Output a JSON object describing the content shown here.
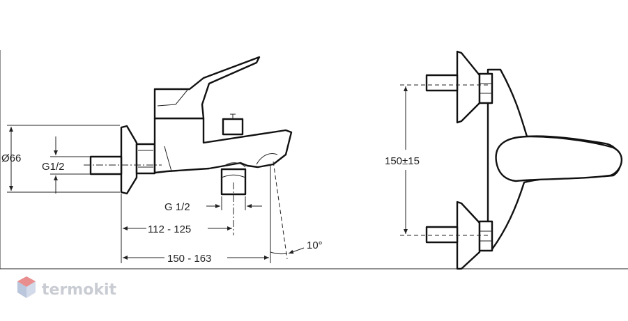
{
  "dimensions": {
    "diameter": "Ø66",
    "inlet_thread": "G1/2",
    "outlet_thread": "G 1/2",
    "length_short": "112 - 125",
    "length_long": "150 - 163",
    "spout_angle": "10°",
    "inlet_spacing": "150±15"
  },
  "watermark": {
    "brand": "termokit",
    "logo_icon": "hexagon-logo-icon"
  },
  "colors": {
    "line": "#111111",
    "watermark": "#c9ccd3"
  }
}
